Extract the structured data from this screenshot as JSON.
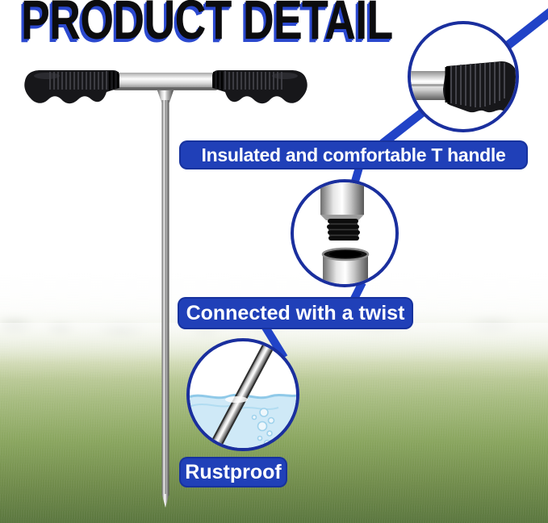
{
  "title": "PRODUCT DETAIL",
  "colors": {
    "accent_blue": "#2143c7",
    "label_background": "#2040b8",
    "circle_border": "#1a2f9e",
    "title_text": "#0c0c0e",
    "title_shadow": "#2b49cf",
    "grass_dark": "#5c7840",
    "water_blue": "#cfe9f7"
  },
  "callouts": [
    {
      "id": "handle",
      "label": "Insulated and comfortable T handle",
      "icon": "t-handle-grip-closeup-icon"
    },
    {
      "id": "connector",
      "label": "Connected with a twist",
      "icon": "threaded-tube-connector-icon"
    },
    {
      "id": "rustproof",
      "label": "Rustproof",
      "icon": "steel-rod-in-water-icon"
    }
  ],
  "product": {
    "icon": "t-handle-soil-probe-icon"
  },
  "scene": {
    "background": "grass-field-with-hazy-treeline"
  }
}
